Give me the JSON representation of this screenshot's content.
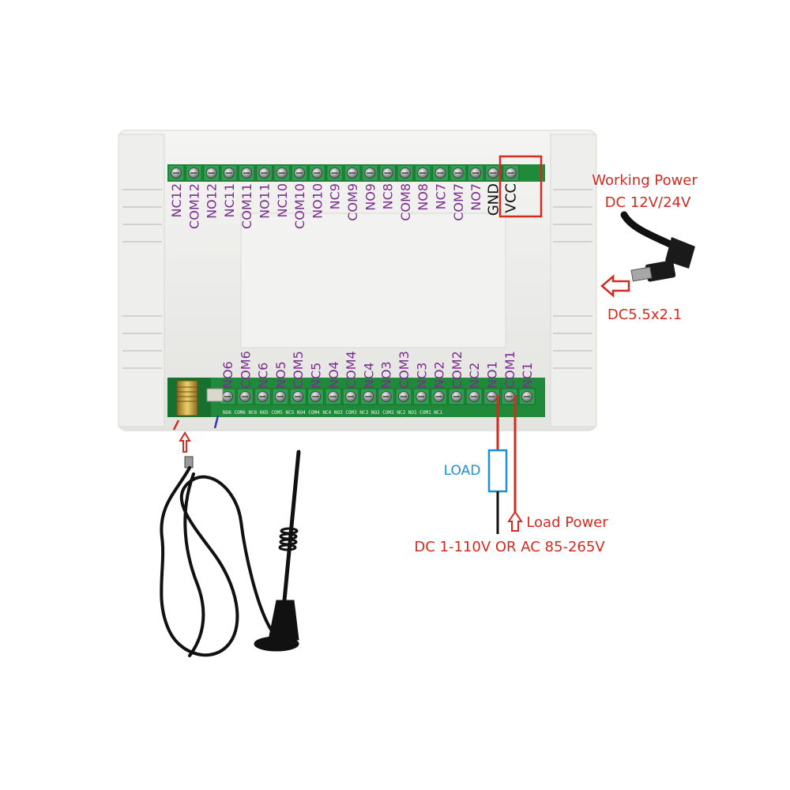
{
  "top_terminals": [
    "NC12",
    "COM12",
    "NO12",
    "NC11",
    "COM11",
    "NO11",
    "NC10",
    "COM10",
    "NO10",
    "NC9",
    "COM9",
    "NO9",
    "NC8",
    "COM8",
    "NO8",
    "NC7",
    "COM7",
    "NO7"
  ],
  "power_terminals": [
    "GND",
    "VCC"
  ],
  "bottom_terminals": [
    "NO6",
    "COM6",
    "NC6",
    "NO5",
    "COM5",
    "NC5",
    "NO4",
    "COM4",
    "NC4",
    "NO3",
    "COM3",
    "NC3",
    "NO2",
    "COM2",
    "NC2",
    "NO1",
    "COM1",
    "NC1"
  ],
  "bottom_silk": "NO6 COM6 NC6 NO5 COM5 NC5 NO4 COM4 NC4 NO3 COM3 NC3 NO2 COM2 NC2 NO1 COM1 NC1",
  "working_power": {
    "line1": "Working Power",
    "line2": "DC 12V/24V"
  },
  "dc_jack": "DC5.5x2.1",
  "load": "LOAD",
  "load_power": "Load Power",
  "load_voltage": "DC 1-110V OR AC 85-265V",
  "colors": {
    "case": "#ececea",
    "pcb": "#1f8a3a",
    "terminal": "#2f9e4f",
    "label": "#7b2d8e",
    "red": "#d42a20",
    "blue": "#1c8fd6"
  }
}
